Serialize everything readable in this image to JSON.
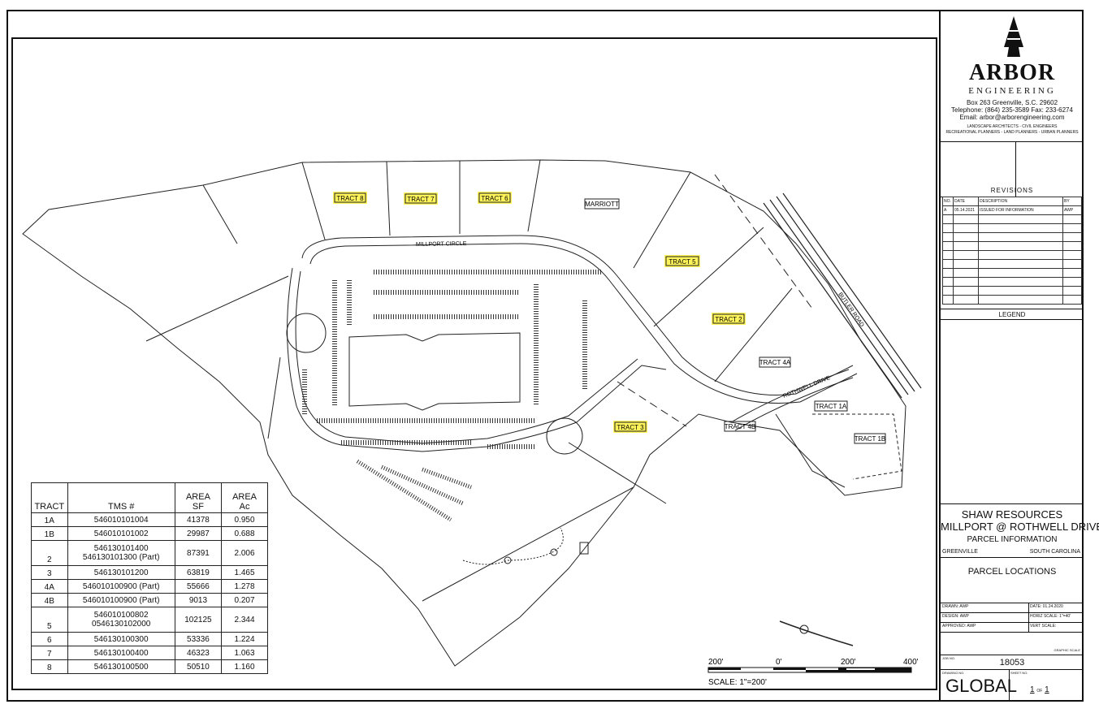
{
  "tracts_on_map": {
    "tract8": "TRACT 8",
    "tract7": "TRACT 7",
    "tract6": "TRACT 6",
    "marriott": "MARRIOTT",
    "tract5": "TRACT 5",
    "tract2": "TRACT 2",
    "tract4a": "TRACT 4A",
    "tract1a": "TRACT 1A",
    "tract1b": "TRACT 1B",
    "tract4b": "TRACT 4B",
    "tract3": "TRACT 3"
  },
  "roads": {
    "millport": "MILLPORT CIRCLE",
    "rothwell": "ROTHWELL DRIVE",
    "butler": "BUTLER ROAD"
  },
  "table": {
    "headers": [
      "TRACT",
      "TMS #",
      "AREA\nSF",
      "AREA\nAc"
    ],
    "header_area_sf_top": "AREA",
    "header_area_sf_bottom": "SF",
    "header_area_ac_top": "AREA",
    "header_area_ac_bottom": "Ac",
    "rows": [
      {
        "tract": "1A",
        "tms": "546010101004",
        "sf": "41378",
        "ac": "0.950"
      },
      {
        "tract": "1B",
        "tms": "546010101002",
        "sf": "29987",
        "ac": "0.688"
      },
      {
        "tract": "2",
        "tms": "546130101400",
        "tms2": "546130101300 (Part)",
        "sf": "87391",
        "ac": "2.006"
      },
      {
        "tract": "3",
        "tms": "546130101200",
        "sf": "63819",
        "ac": "1.465"
      },
      {
        "tract": "4A",
        "tms": "546010100900 (Part)",
        "sf": "55666",
        "ac": "1.278"
      },
      {
        "tract": "4B",
        "tms": "546010100900 (Part)",
        "sf": "9013",
        "ac": "0.207"
      },
      {
        "tract": "5",
        "tms": "546010100802",
        "tms2": "0546130102000",
        "sf": "102125",
        "ac": "2.344"
      },
      {
        "tract": "6",
        "tms": "546130100300",
        "sf": "53336",
        "ac": "1.224"
      },
      {
        "tract": "7",
        "tms": "546130100400",
        "sf": "46323",
        "ac": "1.063"
      },
      {
        "tract": "8",
        "tms": "546130100500",
        "sf": "50510",
        "ac": "1.160"
      }
    ]
  },
  "scale": {
    "tick1": "200'",
    "tick2": "0'",
    "tick3": "200'",
    "tick4": "400'",
    "label": "SCALE:  1\"=200'"
  },
  "titleblock": {
    "company": "ARBOR",
    "company_sub": "ENGINEERING",
    "address": "Box 263 Greenville, S.C. 29602",
    "phone": "Telephone: (864) 235-3589  Fax: 233-6274",
    "email": "Email: arbor@arborengineering.com",
    "services1": "LANDSCAPE ARCHITECTS - CIVIL ENGINEERS",
    "services2": "RECREATIONAL PLANNERS - LAND PLANNERS - URBAN PLANNERS",
    "revisions": "REVISIONS",
    "rev_no": "NO.",
    "rev_date": "DATE",
    "rev_desc": "DESCRIPTION",
    "rev_by": "BY",
    "rev1_no": "A",
    "rev1_date": "05.14.2021",
    "rev1_desc": "ISSUED FOR INFORMATION",
    "rev1_by": "AWP",
    "legend": "LEGEND",
    "client": "SHAW RESOURCES",
    "project": "MILLPORT @ ROTHWELL DRIVE",
    "subtitle": "PARCEL INFORMATION",
    "county": "GREENVILLE",
    "state": "SOUTH CAROLINA",
    "sheet_title": "PARCEL LOCATIONS",
    "drawn_label": "DRAWN:",
    "drawn": "AWP",
    "date_label": "DATE:",
    "date": "01.24.2020",
    "design_label": "DESIGN:",
    "design": "AWP",
    "horiz_label": "HORIZ SCALE:",
    "horiz": "1\"=40'",
    "approved_label": "APPROVED:",
    "approved": "AWP",
    "vert_label": "VERT SCALE:",
    "graphic_scale": "GRAPHIC SCALE",
    "job_label": "JOB NO.",
    "job": "18053",
    "drawing_label": "DRAWING NO.",
    "drawing": "GLOBAL",
    "sheet_label": "SHEET NO.",
    "sheet_num": "1",
    "sheet_of": "OF",
    "sheet_total": "1"
  },
  "colors": {
    "highlight": "#fff45a",
    "ink": "#111111"
  }
}
